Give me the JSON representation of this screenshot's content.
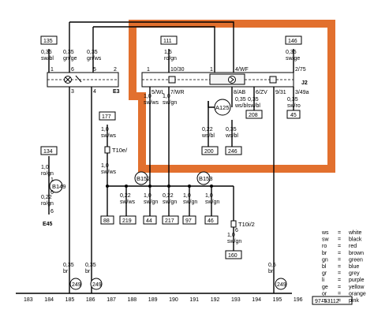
{
  "doc_number": "97–53112",
  "components": {
    "e3": "E3",
    "j2": "J2",
    "e45": "E45",
    "t10e": "T10e/",
    "t10i": "T10i/2",
    "b149": "B149",
    "b152": "B152",
    "b153": "B153",
    "a125": "A125"
  },
  "ref_boxes": {
    "b135": "135",
    "b111": "111",
    "b146": "146",
    "b177": "177",
    "b134": "134",
    "b208": "208",
    "b45": "45",
    "b200": "200",
    "b246": "246",
    "b88": "88",
    "b219": "219",
    "b44": "44",
    "b217": "217",
    "b97": "97",
    "b46": "46",
    "b160": "160"
  },
  "ground_label": "249",
  "wires": {
    "w1": [
      "0,35",
      "sw/bl"
    ],
    "w2": [
      "0,35",
      "gn/ge"
    ],
    "w3": [
      "0,35",
      "gn/ws"
    ],
    "w4": [
      "1,5",
      "ro/gn"
    ],
    "w5": [
      "0,35",
      "sw/ge"
    ],
    "w6": [
      "0,35",
      "ws/bl"
    ],
    "w7": [
      "0,35",
      "sw/bl"
    ],
    "w8": [
      "0,35",
      "sw/ro"
    ],
    "w9": [
      "0,22",
      "ws/bl"
    ],
    "w10": [
      "0,35",
      "ws/bl"
    ],
    "w11": [
      "1,0",
      "sw/ws"
    ],
    "w12": [
      "1,0",
      "sw/ws"
    ],
    "w13": [
      "1,0",
      "ro/gn"
    ],
    "w14": [
      "0,22",
      "ro/gn"
    ],
    "w15": [
      "1,0",
      "sw/ws"
    ],
    "w16": [
      "0,22",
      "sw/ws"
    ],
    "w17": [
      "1,0",
      "sw/gn"
    ],
    "w18": [
      "1,0",
      "sw/gn"
    ],
    "w19": [
      "0,22",
      "sw/gn"
    ],
    "w20": [
      "1,0",
      "sw/gn"
    ],
    "w21": [
      "1,0",
      "sw/gn"
    ],
    "w22": [
      "1,0",
      "sw/gn"
    ],
    "w23": [
      "0,35",
      "br"
    ],
    "w24": [
      "0,35",
      "br"
    ],
    "w25": [
      "0,5",
      "br"
    ]
  },
  "pins": {
    "p1": "1",
    "p2": "2",
    "p3": "3",
    "p4": "4",
    "p5": "5",
    "p6": "6",
    "j_1": "1",
    "j_10_30": "10/30",
    "j_4wf": "4/WF",
    "j_2_75": "2/75",
    "j_5wl": "5/WL",
    "j_7wr": "7/WR",
    "j_8ab": "8/AB",
    "j_6zv": "6/ZV",
    "j_9_31": "9/31",
    "j_3_49a": "3/49a",
    "j_top1": "1",
    "b149_top": "1",
    "b149_bot": "6",
    "t10i_top": "6",
    "e45_top": "6"
  },
  "axis": [
    "183",
    "184",
    "185",
    "186",
    "187",
    "188",
    "189",
    "190",
    "191",
    "192",
    "193",
    "194",
    "195",
    "196"
  ],
  "legend": [
    {
      "code": "ws",
      "eq": "=",
      "name": "white"
    },
    {
      "code": "sw",
      "eq": "=",
      "name": "black"
    },
    {
      "code": "ro",
      "eq": "=",
      "name": "red"
    },
    {
      "code": "br",
      "eq": "=",
      "name": "brown"
    },
    {
      "code": "gn",
      "eq": "=",
      "name": "green"
    },
    {
      "code": "bl",
      "eq": "=",
      "name": "blue"
    },
    {
      "code": "gr",
      "eq": "=",
      "name": "grey"
    },
    {
      "code": "li",
      "eq": "=",
      "name": "purple"
    },
    {
      "code": "ge",
      "eq": "=",
      "name": "yellow"
    },
    {
      "code": "or",
      "eq": "=",
      "name": "orange"
    },
    {
      "code": "rs",
      "eq": "=",
      "name": "pink"
    }
  ],
  "colors": {
    "highlight": "#e2702e",
    "ink": "#000000"
  }
}
